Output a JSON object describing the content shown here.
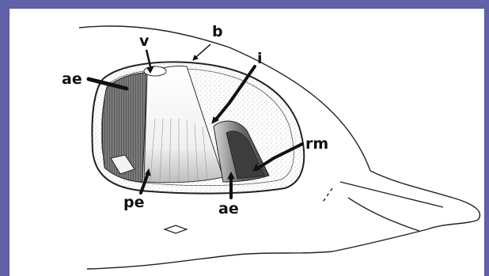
{
  "figure": {
    "labels": {
      "v": "v",
      "b": "b",
      "i": "i",
      "ae_left": "ae",
      "rm": "rm",
      "pe": "pe",
      "ae_bottom": "ae"
    },
    "colors": {
      "frame": "#6262aa",
      "background": "#ffffff",
      "ink": "#111111",
      "stipple": "#9a9a9a"
    }
  }
}
